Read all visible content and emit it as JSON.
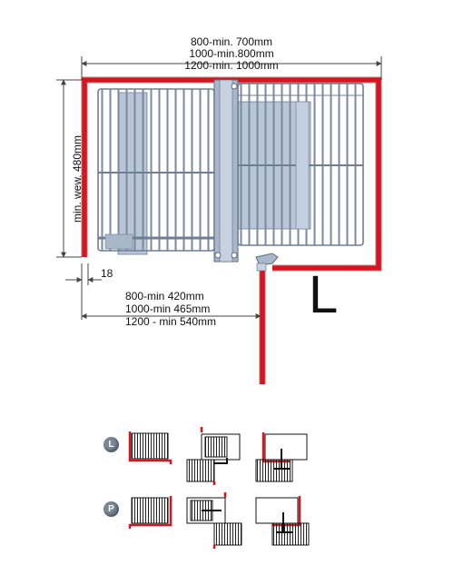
{
  "dimensions": {
    "top": [
      "800-min. 700mm",
      "1000-min.800mm",
      "1200-min. 1000mm"
    ],
    "left": "min. wew. 480mm",
    "gap": "18",
    "bottom": [
      "800-min 420mm",
      "1000-min 465mm",
      "1200 - min 540mm"
    ]
  },
  "corner_label": "L",
  "variants": [
    {
      "badge": "L"
    },
    {
      "badge": "P"
    }
  ],
  "colors": {
    "cabinet_wall": "#d8141e",
    "basket_wire": "#6f7e93",
    "basket_panel": "#a9b7ca",
    "dimension_line": "#444444",
    "badge": "#7a8796"
  }
}
